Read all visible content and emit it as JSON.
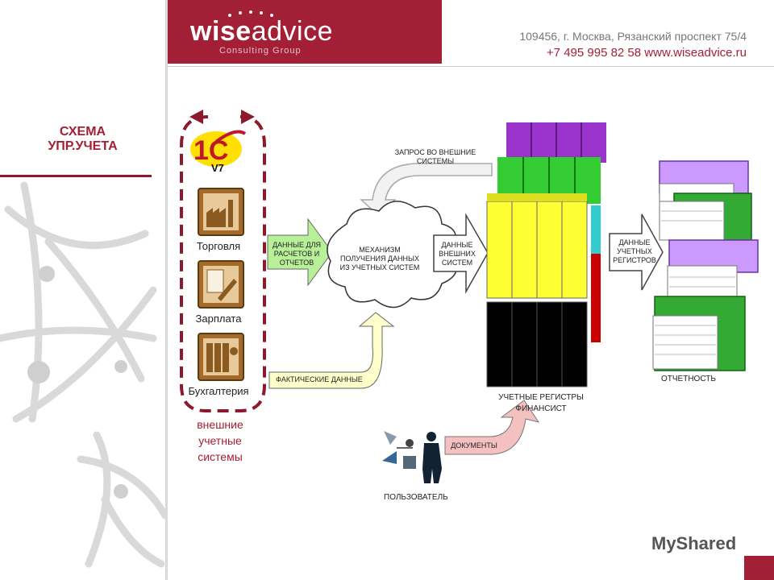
{
  "header": {
    "logo": {
      "wise": "wise",
      "advice": "advice",
      "sub": "Consulting Group"
    },
    "address": "109456, г. Москва, Рязанский проспект 75/4",
    "contact": "+7 495 995 82 58  www.wiseadvice.ru"
  },
  "sidebar": {
    "title_line1": "СХЕМА",
    "title_line2": "УПР.УЧЕТА"
  },
  "sources": {
    "logo_1c": "V7",
    "items": [
      {
        "label": "Торговля",
        "icon": "factory-icon"
      },
      {
        "label": "Зарплата",
        "icon": "documents-icon"
      },
      {
        "label": "Бухгалтерия",
        "icon": "binders-icon"
      }
    ],
    "caption_lines": [
      "внешние",
      "учетные",
      "системы"
    ]
  },
  "arrows": {
    "data_for_calc": [
      "ДАННЫЕ ДЛЯ",
      "РАСЧЕТОВ И",
      "ОТЧЕТОВ"
    ],
    "external_data": [
      "ДАННЫЕ",
      "ВНЕШНИХ",
      "СИСТЕМ"
    ],
    "register_data": [
      "ДАННЫЕ",
      "УЧЕТНЫХ",
      "РЕГИСТРОВ"
    ],
    "actual_data": "ФАКТИЧЕСКИЕ ДАННЫЕ",
    "documents": "ДОКУМЕНТЫ",
    "request": [
      "ЗАПРОС ВО ВНЕШНИЕ",
      "СИСТЕМЫ"
    ]
  },
  "cloud": [
    "МЕХАНИЗМ",
    "ПОЛУЧЕНИЯ ДАННЫХ",
    "ИЗ УЧЕТНЫХ СИСТЕМ"
  ],
  "registers": [
    "УЧЕТНЫЕ РЕГИСТРЫ",
    "ФИНАНСИСТ"
  ],
  "reports": "ОТЧЕТНОСТЬ",
  "user": "ПОЛЬЗОВАТЕЛЬ",
  "watermark": "MyShared",
  "colors": {
    "brand": "#a31f35",
    "purple": "#9933cc",
    "green": "#33cc33",
    "yellow": "#ffff33",
    "black": "#000000"
  }
}
